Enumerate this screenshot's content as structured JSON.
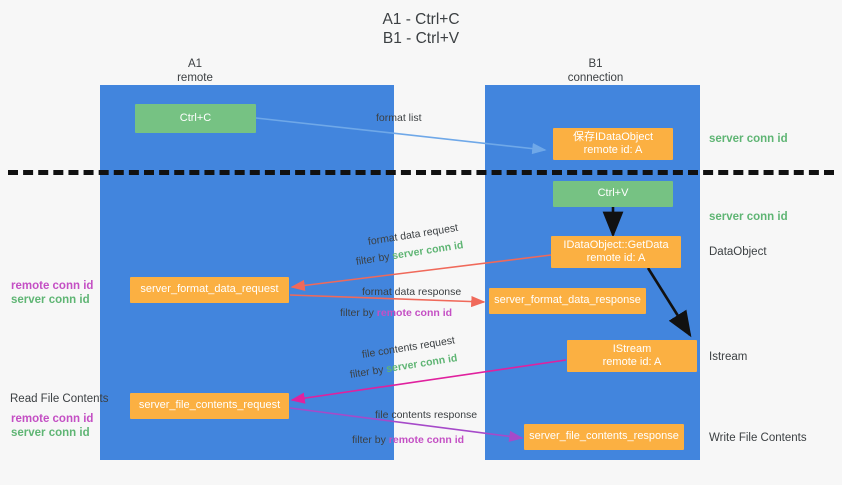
{
  "title": {
    "line1": "A1 - Ctrl+C",
    "line2": "B1 - Ctrl+V"
  },
  "lanes": [
    {
      "name": "A1",
      "sub": "remote"
    },
    {
      "name": "B1",
      "sub": "connection"
    }
  ],
  "colors": {
    "lane": "#4285dd",
    "orange_box": "#fbb042",
    "green_box": "#76c283",
    "green_text": "#5fb574",
    "purple_text": "#c44fc4",
    "blue_arrow": "#6fa8e8",
    "red_arrow": "#f0695a",
    "magenta_arrow": "#e0219e",
    "purple_arrow": "#a64ac9",
    "black_arrow": "#111111",
    "divider": "#111111"
  },
  "boxes": {
    "ctrl_c": "Ctrl+C",
    "save_idataobject_l1": "保存IDataObject",
    "save_idataobject_l2": "remote id: A",
    "ctrl_v": "Ctrl+V",
    "getdata_l1": "IDataObject::GetData",
    "getdata_l2": "remote id: A",
    "server_format_data_request": "server_format_data_request",
    "server_format_data_response": "server_format_data_response",
    "istream_l1": "IStream",
    "istream_l2": "remote id: A",
    "server_file_contents_request": "server_file_contents_request",
    "server_file_contents_response": "server_file_contents_response"
  },
  "right_labels": {
    "server_conn_id_top": "server conn id",
    "server_conn_id_mid": "server conn id",
    "dataobject": "DataObject",
    "istream": "Istream",
    "write_file_contents": "Write File Contents"
  },
  "left_labels": {
    "remote_conn_id_1": "remote conn id",
    "server_conn_id_1": "server conn id",
    "read_file_contents": "Read File Contents",
    "remote_conn_id_2": "remote conn id",
    "server_conn_id_2": "server conn id"
  },
  "arrow_labels": {
    "format_list": "format list",
    "format_data_request": "format data request",
    "format_data_request_filter_prefix": "filter by ",
    "format_data_request_filter_value": "server conn id",
    "format_data_response": "format data response",
    "format_data_response_filter_prefix": "filter by ",
    "format_data_response_filter_value": "remote conn id",
    "file_contents_request": "file contents request",
    "file_contents_request_filter_prefix": "filter by ",
    "file_contents_request_filter_value": "server conn id",
    "file_contents_response": "file contents response",
    "file_contents_response_filter_prefix": "filter by ",
    "file_contents_response_filter_value": "remote conn id"
  }
}
